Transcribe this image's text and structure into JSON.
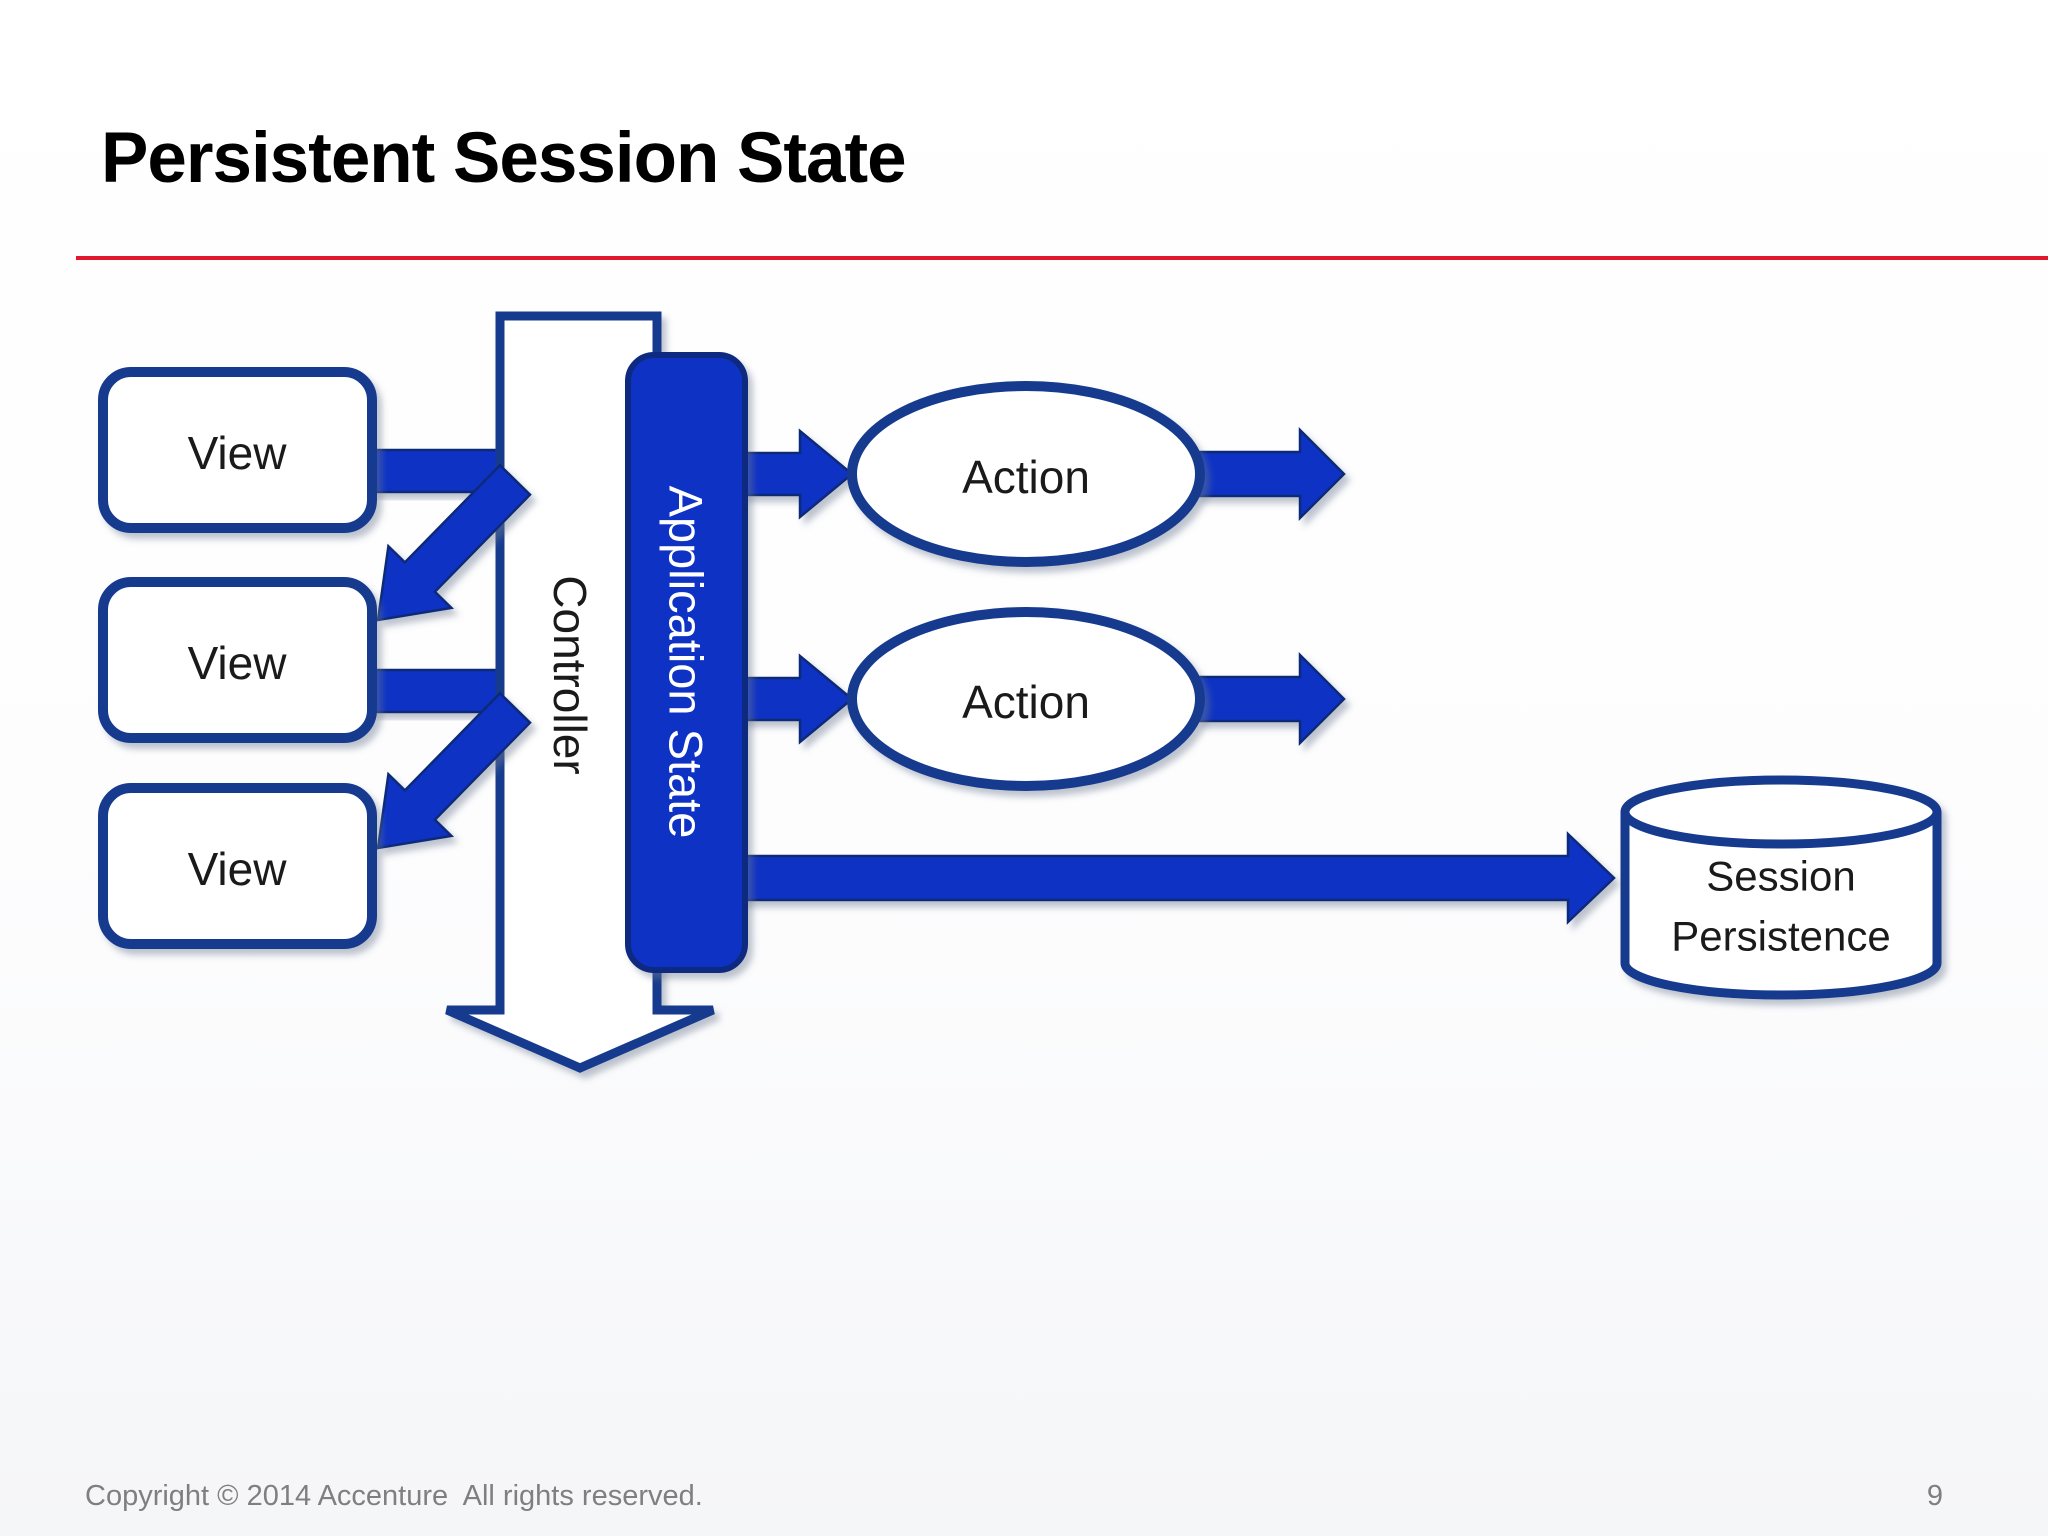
{
  "slide": {
    "title": "Persistent Session State",
    "footer": "Copyright © 2014 Accenture  All rights reserved.",
    "page_number": "9",
    "colors": {
      "accent_red": "#e1182d",
      "arrow_blue": "#0d33c4",
      "border_navy": "#133a8e",
      "footer_gray": "#7f7f7f"
    },
    "diagram": {
      "views": [
        "View",
        "View",
        "View"
      ],
      "controller_label": "Controller",
      "app_state_label": "Application State",
      "actions": [
        "Action",
        "Action"
      ],
      "session_store": {
        "lines": [
          "Session",
          "Persistence"
        ]
      }
    }
  }
}
